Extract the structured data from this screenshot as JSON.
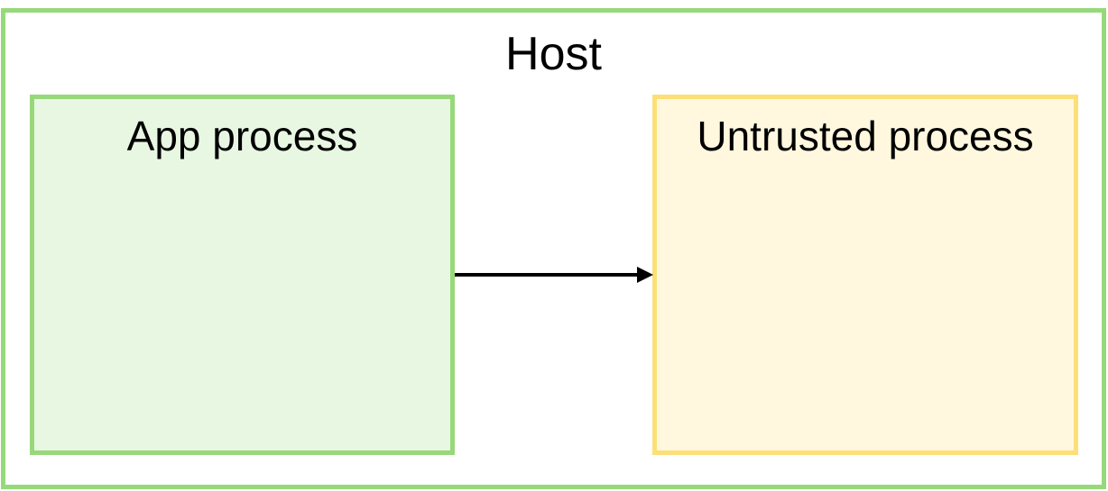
{
  "host": {
    "label": "Host",
    "border_color": "#97d97a",
    "fill_color": "#ffffff"
  },
  "app_process": {
    "label": "App process",
    "border_color": "#97d97a",
    "fill_color": "#e8f7e2"
  },
  "untrusted_process": {
    "label": "Untrusted process",
    "border_color": "#fddf77",
    "fill_color": "#fff8df"
  },
  "connector": {
    "from": "App process",
    "to": "Untrusted process",
    "color": "#000000"
  }
}
